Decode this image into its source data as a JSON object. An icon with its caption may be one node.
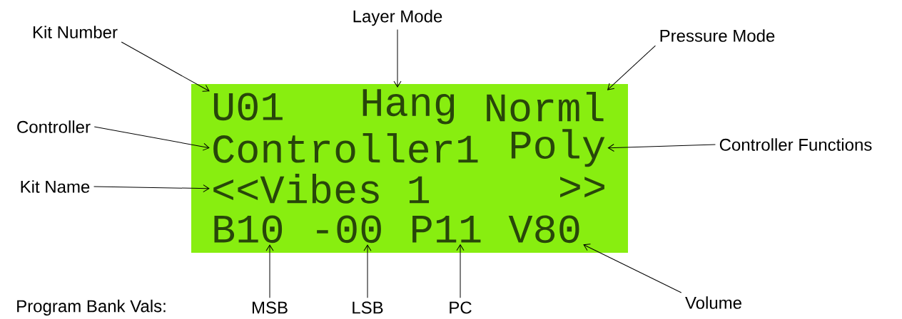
{
  "diagram": {
    "nodes": [
      {
        "text": [
          "Kit Number"
        ]
      },
      {
        "text": [
          "Layer Mode"
        ]
      },
      {
        "text": [
          "Pressure Mode"
        ]
      },
      {
        "text": [],
        "shape": "box"
      },
      {
        "text": [
          "U01"
        ],
        "in": 3
      },
      {
        "text": [
          "Hang"
        ],
        "in": 3
      },
      {
        "text": [
          "Norml"
        ],
        "in": 3
      },
      {
        "text": [
          "Controller"
        ]
      },
      {
        "text": [
          "Controller1"
        ],
        "in": 3
      },
      {
        "text": [
          "Poly"
        ],
        "in": 3
      },
      {
        "text": [
          "Controller Functions"
        ]
      },
      {
        "text": [
          "Kit Name"
        ]
      },
      {
        "text": [
          "<<Vibes 1"
        ],
        "in": 3
      },
      {
        "text": [
          ">>"
        ],
        "in": 3
      },
      {
        "text": [
          "B10"
        ],
        "in": 3
      },
      {
        "text": [
          "-00"
        ],
        "in": 3
      },
      {
        "text": [
          "P11"
        ],
        "in": 3
      },
      {
        "text": [
          "V80"
        ],
        "in": 3
      },
      {
        "text": [
          "MSB"
        ]
      },
      {
        "text": [
          "LSB"
        ]
      },
      {
        "text": [
          "PC"
        ]
      },
      {
        "text": [
          "Volume"
        ]
      }
    ],
    "edges": [
      {
        "from": 0,
        "to": 4,
        "arrow": "to"
      },
      {
        "from": 1,
        "to": 5,
        "arrow": "to"
      },
      {
        "from": 2,
        "to": 6,
        "arrow": "to"
      },
      {
        "from": 7,
        "to": 8,
        "arrow": "to"
      },
      {
        "from": 10,
        "to": 9,
        "arrow": "to"
      },
      {
        "from": 11,
        "to": 12,
        "arrow": "to"
      },
      {
        "from": 18,
        "to": 14,
        "arrow": "to"
      },
      {
        "from": 19,
        "to": 15,
        "arrow": "to"
      },
      {
        "from": 20,
        "to": 16,
        "arrow": "to"
      },
      {
        "from": 21,
        "to": 17,
        "arrow": "to"
      }
    ],
    "labels": [
      "Program Bank Vals:"
    ]
  }
}
